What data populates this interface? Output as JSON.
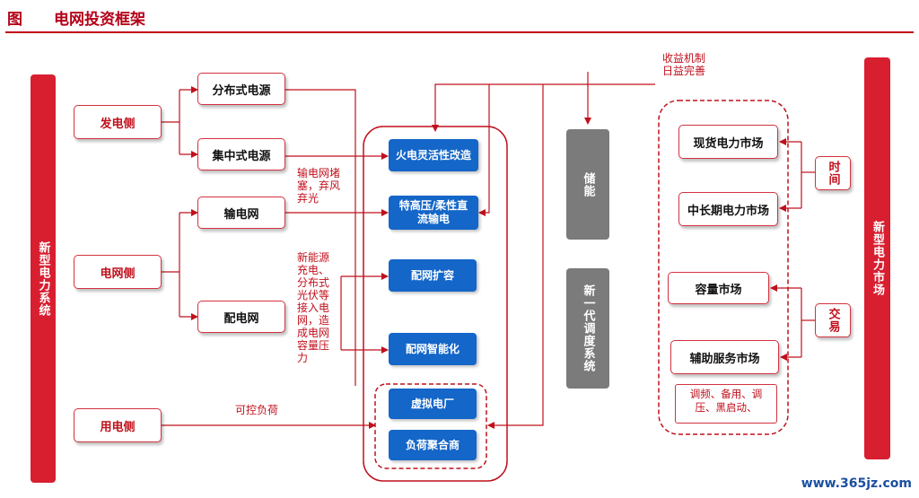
{
  "title": {
    "figure_label": "图",
    "text": "电网投资框架"
  },
  "left_bar": "新型电力系统",
  "right_bar": "新型电力市场",
  "sides": {
    "generation": "发电侧",
    "grid": "电网侧",
    "consumption": "用电侧"
  },
  "sources": {
    "distributed": "分布式电源",
    "centralized": "集中式电源",
    "transmission": "输电网",
    "distribution": "配电网"
  },
  "annotations": {
    "curtailment": "输电网堵塞，弃风弃光",
    "new_energy": "新能源充电、分布式光伏等接入电网，造成电网容量压力",
    "controllable_load": "可控负荷",
    "revenue": "收益机制日益完善"
  },
  "projects": {
    "thermal": "火电灵活性改造",
    "uhv": "特高压/柔性直流输电",
    "dist_expand": "配网扩容",
    "dist_smart": "配网智能化",
    "vpp": "虚拟电厂",
    "aggregator": "负荷聚合商"
  },
  "middle": {
    "storage": "储能",
    "dispatch": "新一代调度系统"
  },
  "markets": {
    "spot": "现货电力市场",
    "long_term": "中长期电力市场",
    "capacity": "容量市场",
    "ancillary": "辅助服务市场",
    "ancillary_note": "调频、备用、调压、黑启动、"
  },
  "dimensions": {
    "time": "时间",
    "trade": "交易"
  },
  "watermark": "www.365jz.com",
  "colors": {
    "red": "#d81f30",
    "blue": "#1466c8",
    "gray": "#7b7b7b",
    "title": "#b40019"
  }
}
